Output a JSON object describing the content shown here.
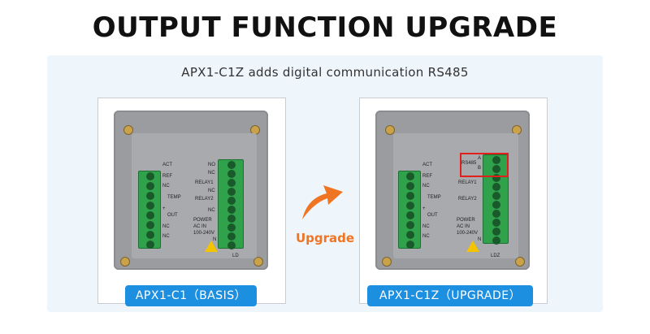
{
  "title": "OUTPUT FUNCTION UPGRADE",
  "subtitle": "APX1-C1Z adds digital communication RS485",
  "upgrade_label": "Upgrade",
  "left_device": {
    "badge": "APX1-C1（BASIS）",
    "left_block_labels": [
      "ACT",
      "REF",
      "NC",
      "TEMP",
      "+",
      "OUT",
      "NC",
      "NC"
    ],
    "right_block_labels": [
      "NO",
      "NC",
      "RELAY1",
      "NC",
      "RELAY2",
      "NC",
      "POWER",
      "AC IN",
      "100-240V",
      "N"
    ],
    "corner_label": "LD"
  },
  "right_device": {
    "badge": "APX1-C1Z（UPGRADE）",
    "left_block_labels": [
      "ACT",
      "REF",
      "NC",
      "TEMP",
      "+",
      "OUT",
      "NC",
      "NC"
    ],
    "right_block_labels": [
      "RS485",
      "A",
      "B",
      "RELAY1",
      "RELAY2",
      "POWER",
      "AC IN",
      "100-240V",
      "N"
    ],
    "corner_label": "LDZ"
  },
  "colors": {
    "accent": "#1d8fe0",
    "arrow": "#f07522",
    "highlight": "#e0201b",
    "terminal": "#2fa24b"
  }
}
